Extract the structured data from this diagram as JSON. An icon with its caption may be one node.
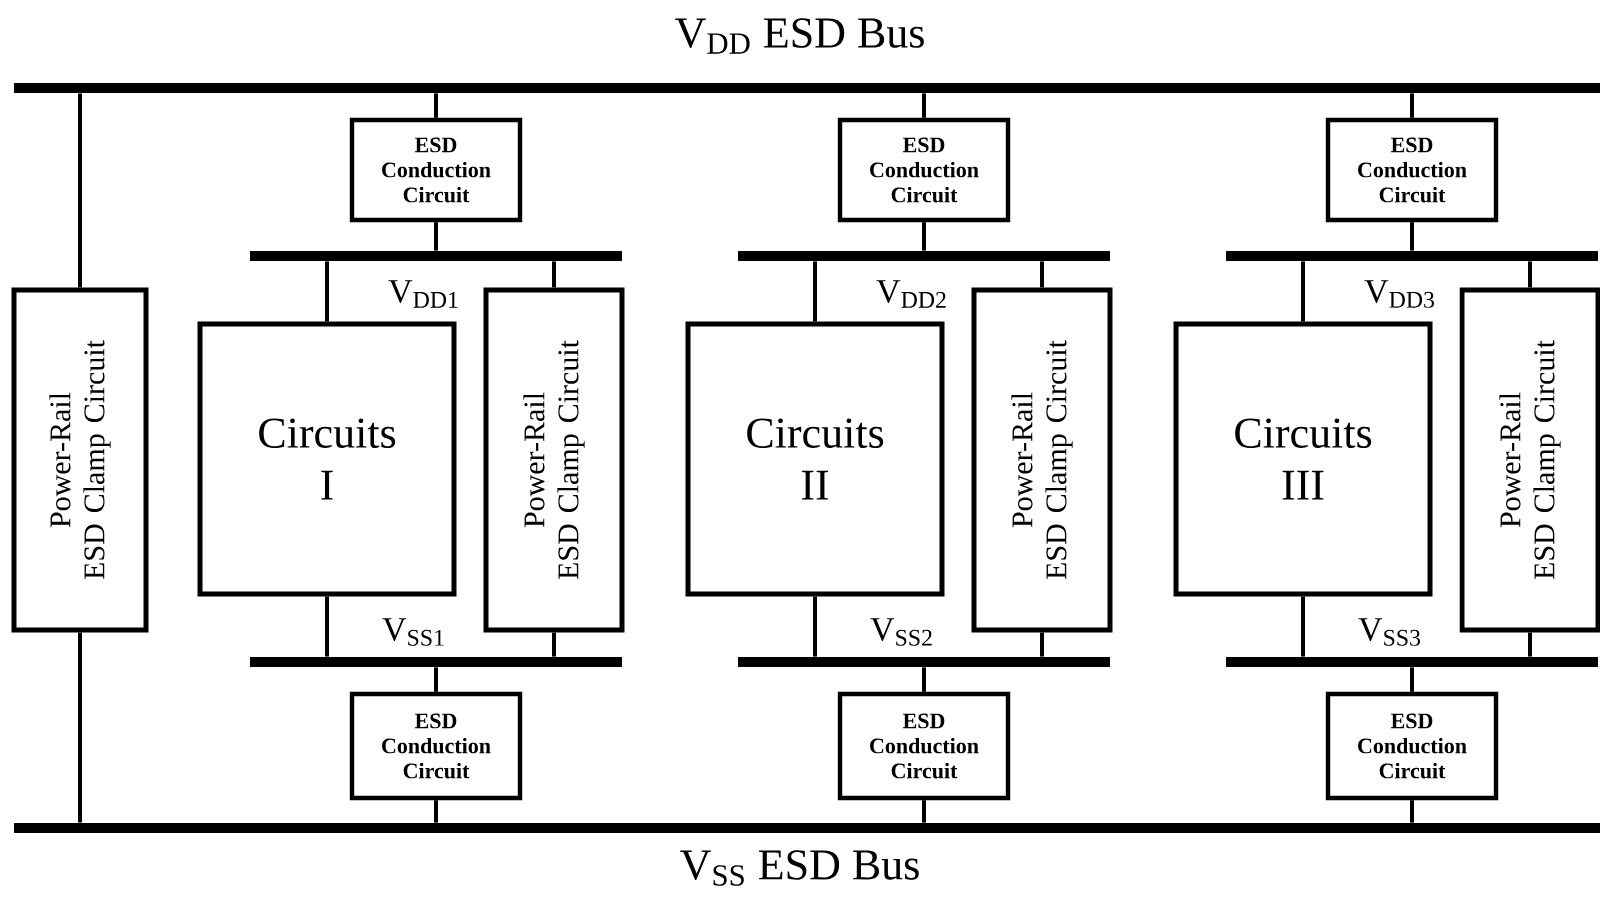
{
  "diagram": {
    "nodes": [
      {
        "text": [
          "V$_{DD}$ ESD Bus"
        ]
      },
      {
        "text": [
          "V$_{SS}$ ESD Bus"
        ]
      },
      {
        "text": [
          "Power-Rail ESD Clamp Circuit"
        ]
      },
      {
        "text": [
          "ESD Conduction Circuit"
        ]
      },
      {
        "text": [
          "V$_{DD1}$"
        ]
      },
      {
        "text": [
          "Circuits I"
        ]
      },
      {
        "text": [
          "Power-Rail ESD Clamp Circuit"
        ]
      },
      {
        "text": [
          "V$_{SS1}$"
        ]
      },
      {
        "text": [
          "ESD Conduction Circuit"
        ]
      },
      {
        "text": [
          "ESD Conduction Circuit"
        ]
      },
      {
        "text": [
          "V$_{DD2}$"
        ]
      },
      {
        "text": [
          "Circuits II"
        ]
      },
      {
        "text": [
          "Power-Rail ESD Clamp Circuit"
        ]
      },
      {
        "text": [
          "V$_{SS2}$"
        ]
      },
      {
        "text": [
          "ESD Conduction Circuit"
        ]
      },
      {
        "text": [
          "ESD Conduction Circuit"
        ]
      },
      {
        "text": [
          "V$_{DD3}$"
        ]
      },
      {
        "text": [
          "Circuits III"
        ]
      },
      {
        "text": [
          "Power-Rail ESD Clamp Circuit"
        ]
      },
      {
        "text": [
          "V$_{SS3}$"
        ]
      },
      {
        "text": [
          "ESD Conduction Circuit"
        ]
      }
    ],
    "edges": [
      {
        "from": 0,
        "to": 2,
        "arrow": "none"
      },
      {
        "from": 2,
        "to": 1,
        "arrow": "none"
      },
      {
        "from": 0,
        "to": 3,
        "arrow": "none"
      },
      {
        "from": 3,
        "to": 4,
        "arrow": "none"
      },
      {
        "from": 4,
        "to": 5,
        "arrow": "none"
      },
      {
        "from": 4,
        "to": 6,
        "arrow": "none"
      },
      {
        "from": 5,
        "to": 7,
        "arrow": "none"
      },
      {
        "from": 6,
        "to": 7,
        "arrow": "none"
      },
      {
        "from": 7,
        "to": 8,
        "arrow": "none"
      },
      {
        "from": 8,
        "to": 1,
        "arrow": "none"
      },
      {
        "from": 0,
        "to": 9,
        "arrow": "none"
      },
      {
        "from": 9,
        "to": 10,
        "arrow": "none"
      },
      {
        "from": 10,
        "to": 11,
        "arrow": "none"
      },
      {
        "from": 10,
        "to": 12,
        "arrow": "none"
      },
      {
        "from": 11,
        "to": 13,
        "arrow": "none"
      },
      {
        "from": 12,
        "to": 13,
        "arrow": "none"
      },
      {
        "from": 13,
        "to": 14,
        "arrow": "none"
      },
      {
        "from": 14,
        "to": 1,
        "arrow": "none"
      },
      {
        "from": 0,
        "to": 15,
        "arrow": "none"
      },
      {
        "from": 15,
        "to": 16,
        "arrow": "none"
      },
      {
        "from": 16,
        "to": 17,
        "arrow": "none"
      },
      {
        "from": 16,
        "to": 18,
        "arrow": "none"
      },
      {
        "from": 17,
        "to": 19,
        "arrow": "none"
      },
      {
        "from": 18,
        "to": 19,
        "arrow": "none"
      },
      {
        "from": 19,
        "to": 20,
        "arrow": "none"
      },
      {
        "from": 20,
        "to": 1,
        "arrow": "none"
      }
    ]
  }
}
